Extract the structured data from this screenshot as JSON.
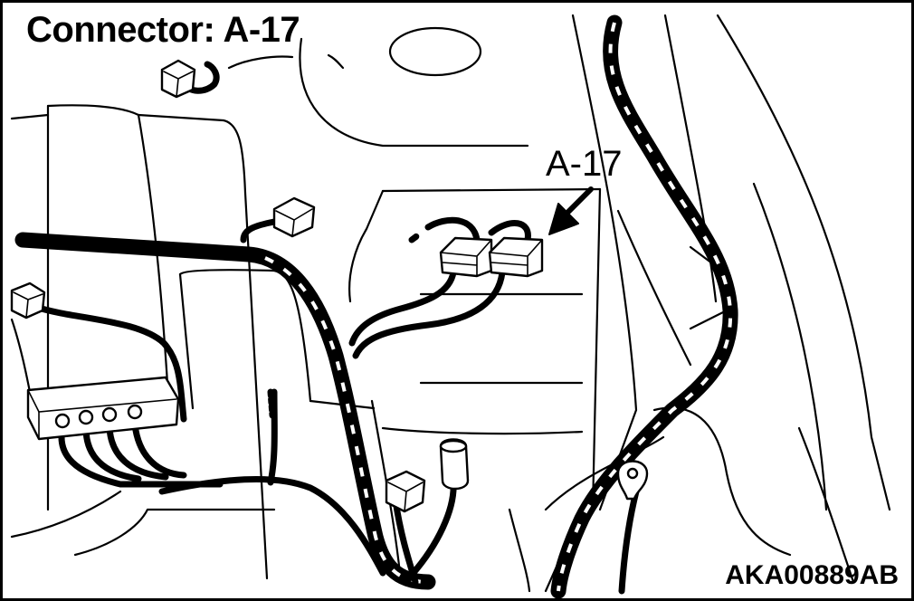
{
  "title": "Connector: A-17",
  "callout_label": "A-17",
  "figure_code": "AKA00889AB"
}
